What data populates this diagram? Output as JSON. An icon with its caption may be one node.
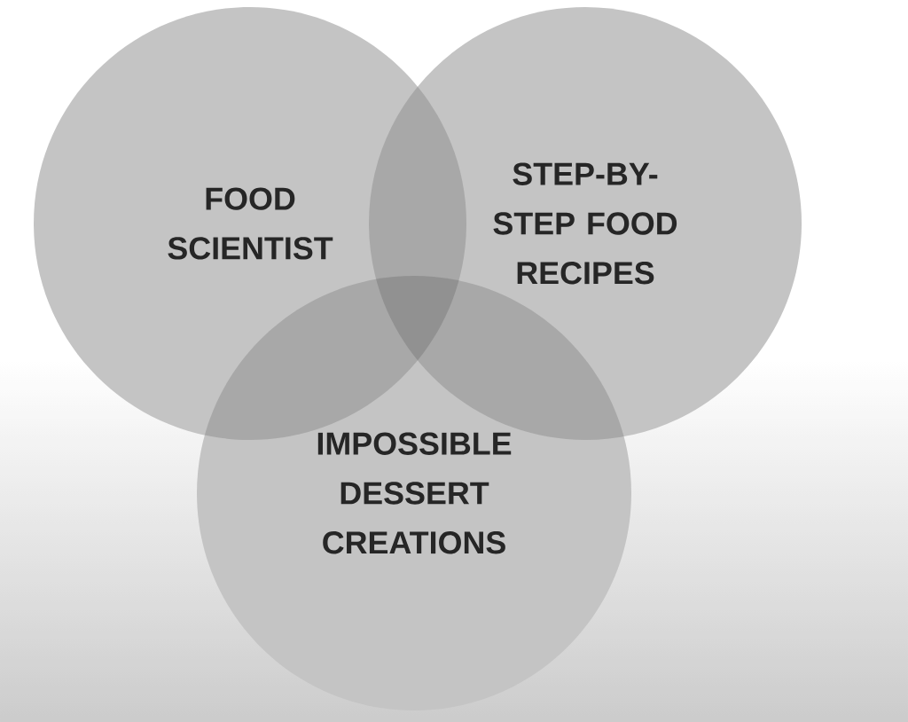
{
  "diagram": {
    "nodes": [
      {
        "text": [
          "FOOD SCIENTIST"
        ]
      },
      {
        "text": [
          "STEP-BY-STEP FOOD RECIPES"
        ]
      },
      {
        "text": [
          "IMPOSSIBLE DESSERT CREATIONS"
        ]
      }
    ]
  }
}
